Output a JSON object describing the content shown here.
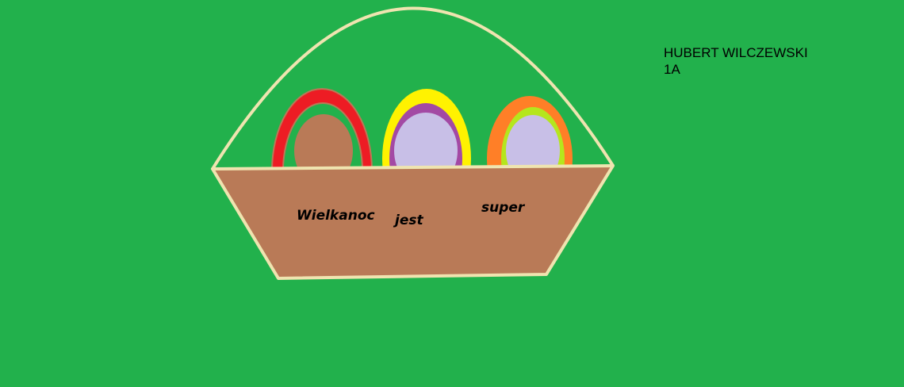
{
  "drawing": {
    "author_name": "HUBERT WILCZEWSKI",
    "author_class": "1A",
    "basket_words": [
      "Wielkanoc",
      "jest",
      "super"
    ],
    "colors": {
      "background": "#22b14c",
      "basket": "#b97a57",
      "basket_outline": "#efe4b0",
      "egg1": [
        "#ed1c24",
        "#22b14c",
        "#b97a57"
      ],
      "egg2": [
        "#fff200",
        "#a349a4",
        "#c8bfe7"
      ],
      "egg3": [
        "#ff7f27",
        "#b5e61d",
        "#c8bfe7"
      ]
    }
  }
}
